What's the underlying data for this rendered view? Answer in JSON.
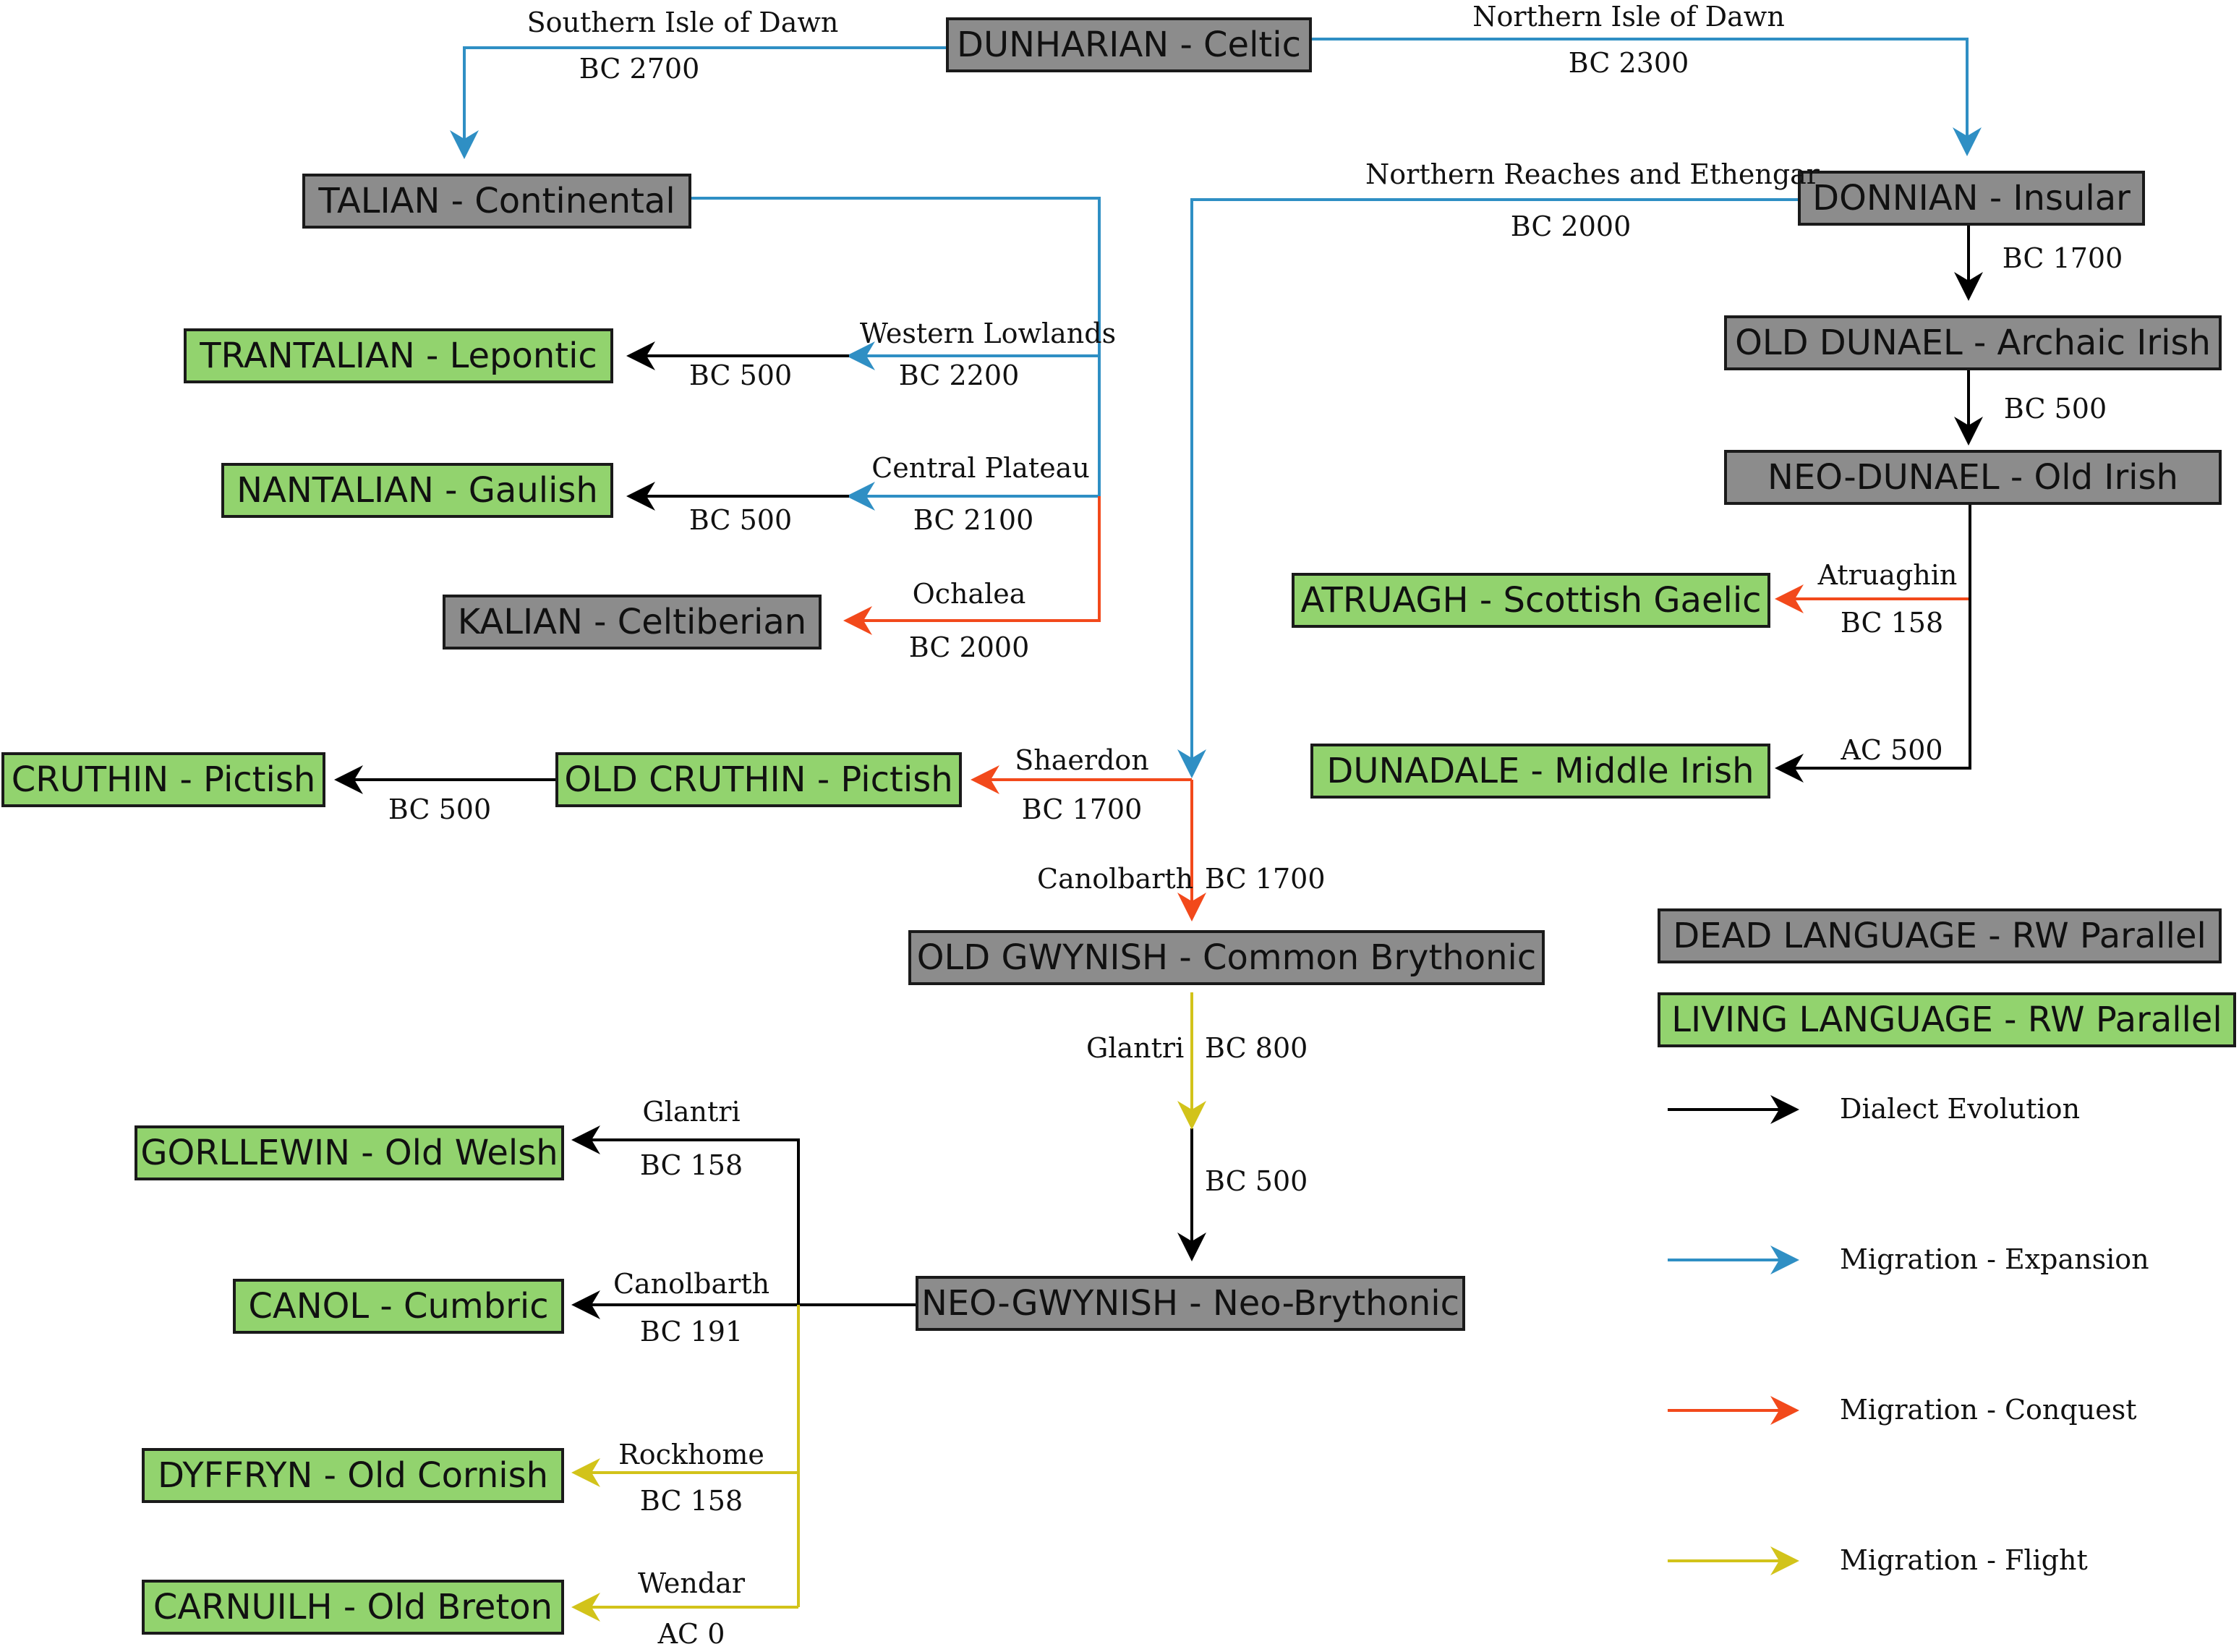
{
  "colors": {
    "dialect": "#000000",
    "expansion": "#2f8fc4",
    "conquest": "#f2491b",
    "flight": "#d2c31a",
    "dead_fill": "#8c8c8c",
    "living_fill": "#92d36e"
  },
  "nodes": {
    "dunharian": "DUNHARIAN - Celtic",
    "talian": "TALIAN - Continental",
    "donnian": "DONNIAN - Insular",
    "trantalian": "TRANTALIAN - Lepontic",
    "nantalian": "NANTALIAN - Gaulish",
    "kalian": "KALIAN - Celtiberian",
    "old_dunael": "OLD DUNAEL - Archaic Irish",
    "neo_dunael": "NEO-DUNAEL - Old Irish",
    "atruagh": "ATRUAGH - Scottish Gaelic",
    "dunadale": "DUNADALE - Middle Irish",
    "cruthin": "CRUTHIN - Pictish",
    "old_cruthin": "OLD CRUTHIN - Pictish",
    "old_gwynish": "OLD GWYNISH - Common Brythonic",
    "neo_gwynish": "NEO-GWYNISH - Neo-Brythonic",
    "gorllewin": "GORLLEWIN - Old Welsh",
    "canol": "CANOL - Cumbric",
    "dyffryn": "DYFFRYN - Old Cornish",
    "carnuilh": "CARNUILH - Old Breton"
  },
  "edge_labels": {
    "southern_isle": {
      "place": "Southern Isle of Dawn",
      "date": "BC 2700"
    },
    "northern_isle": {
      "place": "Northern Isle of Dawn",
      "date": "BC 2300"
    },
    "northern_reaches": {
      "place": "Northern Reaches and Ethengar",
      "date": "BC 2000"
    },
    "donnian_to_old_dunael": {
      "date": "BC 1700"
    },
    "old_dunael_to_neo_dunael": {
      "date": "BC 500"
    },
    "western_lowlands": {
      "place": "Western Lowlands",
      "date": "BC 2200"
    },
    "to_trantalian": {
      "date": "BC 500"
    },
    "central_plateau": {
      "place": "Central Plateau",
      "date": "BC 2100"
    },
    "to_nantalian": {
      "date": "BC 500"
    },
    "ochalea": {
      "place": "Ochalea",
      "date": "BC 2000"
    },
    "atruaghin": {
      "place": "Atruaghin",
      "date": "BC 158"
    },
    "to_dunadale": {
      "date": "AC 500"
    },
    "shaerdon": {
      "place": "Shaerdon",
      "date": "BC 1700"
    },
    "to_cruthin": {
      "date": "BC 500"
    },
    "canolbarth_main": {
      "place": "Canolbarth",
      "date": "BC 1700"
    },
    "glantri_main": {
      "place": "Glantri",
      "date": "BC 800"
    },
    "to_neo_gwynish": {
      "date": "BC 500"
    },
    "glantri": {
      "place": "Glantri",
      "date": "BC 158"
    },
    "canolbarth": {
      "place": "Canolbarth",
      "date": "BC 191"
    },
    "rockhome": {
      "place": "Rockhome",
      "date": "BC 158"
    },
    "wendar": {
      "place": "Wendar",
      "date": "AC 0"
    }
  },
  "legend": {
    "dead": "DEAD LANGUAGE - RW Parallel",
    "living": "LIVING LANGUAGE - RW Parallel",
    "dialect": "Dialect Evolution",
    "expansion": "Migration - Expansion",
    "conquest": "Migration - Conquest",
    "flight": "Migration - Flight"
  }
}
